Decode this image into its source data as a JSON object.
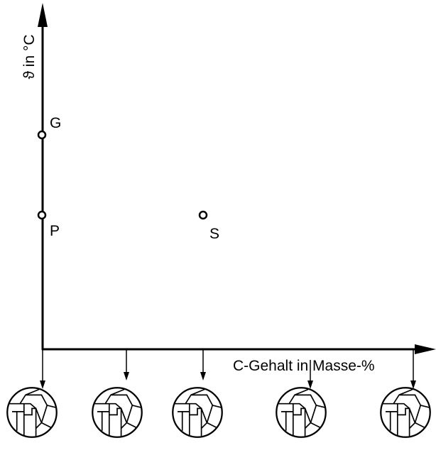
{
  "diagram": {
    "y_axis_label": "ϑ in °C",
    "x_axis_label": "C-Gehalt in Masse-%",
    "points": {
      "g": "G",
      "p": "P",
      "s": "S"
    },
    "microstructure_count": 5
  },
  "colors": {
    "line": "#000000",
    "background": "#ffffff"
  }
}
